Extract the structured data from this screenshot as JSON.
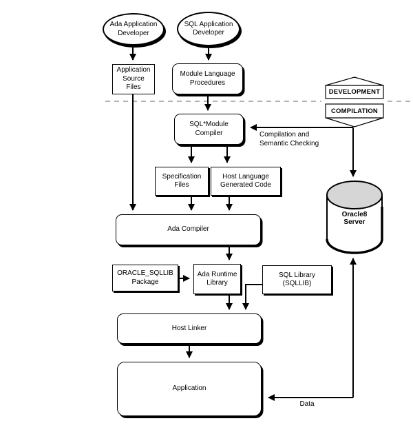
{
  "diagram": {
    "phase_banners": {
      "development": "DEVELOPMENT",
      "compilation": "COMPILATION"
    },
    "nodes": {
      "ada_developer": {
        "label": "Ada Application\nDeveloper"
      },
      "sql_developer": {
        "label": "SQL Application\nDeveloper"
      },
      "app_source_files": {
        "label": "Application\nSource\nFiles"
      },
      "module_lang_procs": {
        "label": "Module Language\nProcedures"
      },
      "sql_module_compiler": {
        "label": "SQL*Module\nCompiler"
      },
      "spec_files": {
        "label": "Specification\nFiles"
      },
      "host_lang_code": {
        "label": "Host Language\nGenerated Code"
      },
      "ada_compiler": {
        "label": "Ada Compiler"
      },
      "oracle_sqllib": {
        "label": "ORACLE_SQLLIB\nPackage"
      },
      "ada_runtime": {
        "label": "Ada Runtime\nLibrary"
      },
      "sql_library": {
        "label": "SQL Library\n(SQLLIB)"
      },
      "host_linker": {
        "label": "Host Linker"
      },
      "application": {
        "label": "Application"
      },
      "oracle8_server": {
        "label": "Oracle8\nServer"
      }
    },
    "edge_labels": {
      "compilation_checking": "Compilation and\nSemantic Checking",
      "data": "Data"
    },
    "colors": {
      "line": "#000000",
      "dashed_divider": "#b3b3b3",
      "cylinder_top_fill": "#d6d6d6",
      "background": "#ffffff"
    }
  }
}
